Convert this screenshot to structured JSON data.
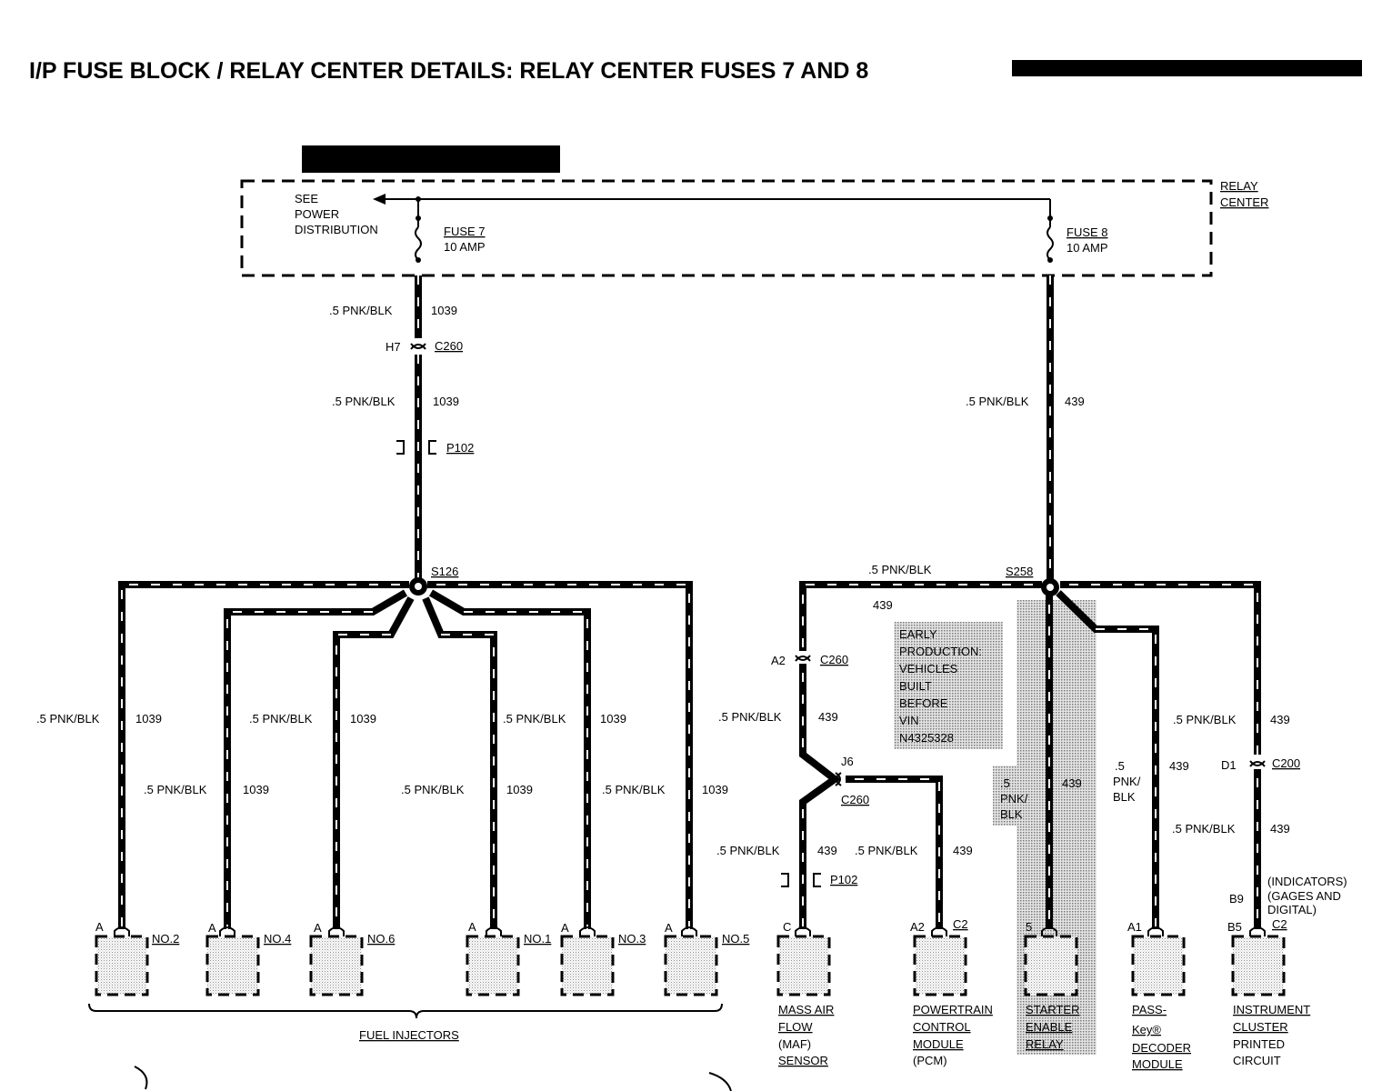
{
  "title": "I/P FUSE BLOCK / RELAY CENTER DETAILS: RELAY CENTER FUSES 7 AND 8",
  "relay_center": {
    "label_line1": "RELAY",
    "label_line2": "CENTER",
    "see_line1": "SEE",
    "see_line2": "POWER",
    "see_line3": "DISTRIBUTION",
    "fuse7_name": "FUSE 7",
    "fuse7_rating": "10 AMP",
    "fuse8_name": "FUSE 8",
    "fuse8_rating": "10 AMP"
  },
  "left_circuit": {
    "wire_color": ".5 PNK/BLK",
    "circuit": "1039",
    "c260_pin": "H7",
    "c260": "C260",
    "p102": "P102",
    "splice": "S126",
    "injectors": [
      {
        "pin": "A",
        "name": "NO.2"
      },
      {
        "pin": "A",
        "name": "NO.4"
      },
      {
        "pin": "A",
        "name": "NO.6"
      },
      {
        "pin": "A",
        "name": "NO.1"
      },
      {
        "pin": "A",
        "name": "NO.3"
      },
      {
        "pin": "A",
        "name": "NO.5"
      }
    ],
    "group_label": "FUEL INJECTORS"
  },
  "right_circuit": {
    "wire_color": ".5 PNK/BLK",
    "circuit": "439",
    "splice": "S258",
    "wire_pnk": ".5",
    "wire_pnk2": "PNK/",
    "wire_pnk3": "BLK",
    "c260_a2_pin": "A2",
    "c260": "C260",
    "j6": "J6",
    "p102": "P102",
    "c200_pin": "D1",
    "c200": "C200",
    "early_note": [
      "EARLY",
      "PRODUCTION:",
      "VEHICLES",
      "BUILT",
      "BEFORE",
      "VIN",
      "N4325328"
    ],
    "maf": {
      "pin": "C",
      "lines": [
        "MASS AIR",
        "FLOW",
        "(MAF)",
        "SENSOR"
      ]
    },
    "pcm": {
      "pin": "A2",
      "conn": "C2",
      "lines": [
        "POWERTRAIN",
        "CONTROL",
        "MODULE",
        "(PCM)"
      ]
    },
    "starter": {
      "pin": "5",
      "lines": [
        "STARTER",
        "ENABLE",
        "RELAY"
      ]
    },
    "passkey": {
      "pin": "A1",
      "lines": [
        "PASS-",
        "Key®",
        "DECODER",
        "MODULE"
      ]
    },
    "cluster": {
      "pin_b9": "B9",
      "pin_b5": "B5",
      "conn": "C2",
      "indicators": [
        "(INDICATORS)",
        "(GAGES AND",
        "DIGITAL)"
      ],
      "lines": [
        "INSTRUMENT",
        "CLUSTER",
        "PRINTED",
        "CIRCUIT"
      ]
    }
  }
}
